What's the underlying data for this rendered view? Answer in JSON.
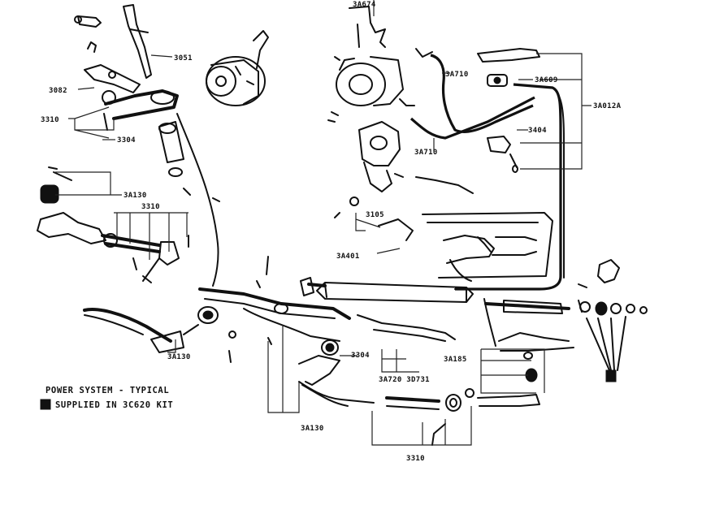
{
  "caption": {
    "title": "POWER SYSTEM - TYPICAL",
    "legend_text": "SUPPLIED IN 3C620 KIT"
  },
  "labels": {
    "pump_top": "3A674",
    "l_3051": "3051",
    "l_3082": "3082",
    "l_3310": "3310",
    "l_3304_upper": "3304",
    "l_3a130_left": "3A130",
    "l_3310_mid": "3310",
    "l_3a130_bottom_left": "3A130",
    "l_3a710_a": "3A710",
    "l_3a710_b": "3A710",
    "l_3a609": "3A609",
    "l_3a012a": "3A012A",
    "l_3404": "3404",
    "l_3105": "3105",
    "l_3a401": "3A401",
    "l_3304_lower": "3304",
    "l_3a720_3d731": "3A720  3D731",
    "l_3a185": "3A185",
    "l_3a130_bottom": "3A130",
    "l_3310_bottom": "3310"
  }
}
